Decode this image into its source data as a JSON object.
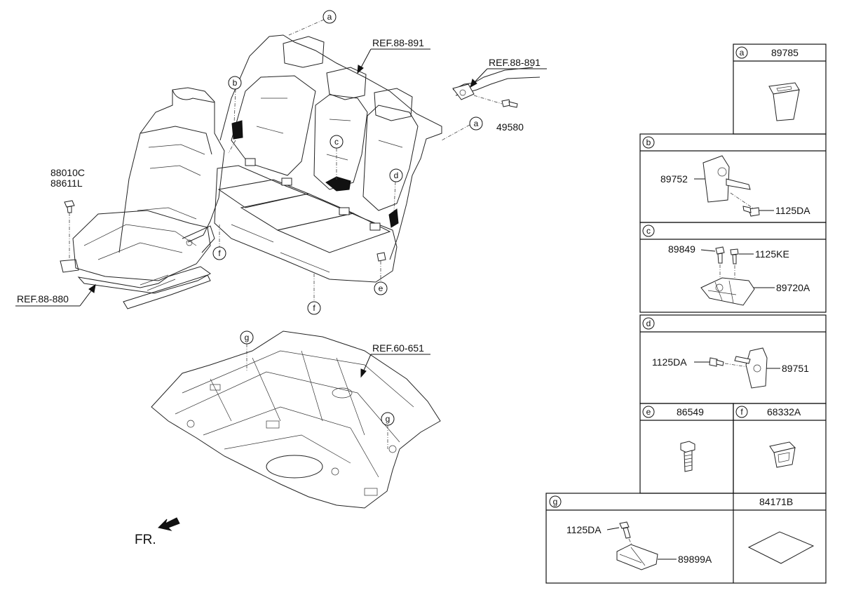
{
  "callouts": {
    "a": "a",
    "b": "b",
    "c": "c",
    "d": "d",
    "e": "e",
    "f": "f",
    "g": "g"
  },
  "references": {
    "rear_seat": "REF.88-891",
    "hinge": "REF.88-891",
    "front_seat": "REF.88-880",
    "floor": "REF.60-651"
  },
  "main_parts": {
    "bolt_49580": "49580",
    "front_bolt_line1": "88010C",
    "front_bolt_line2": "88611L"
  },
  "front_indicator": "FR.",
  "legend": {
    "a": {
      "letter": "a",
      "header_part": "89785"
    },
    "b": {
      "letter": "b",
      "parts": [
        "89752",
        "1125DA"
      ]
    },
    "c": {
      "letter": "c",
      "parts": [
        "89849",
        "1125KE",
        "89720A"
      ]
    },
    "d": {
      "letter": "d",
      "parts": [
        "1125DA",
        "89751"
      ]
    },
    "e": {
      "letter": "e",
      "header_part": "86549"
    },
    "f": {
      "letter": "f",
      "header_part": "68332A"
    },
    "g": {
      "letter": "g",
      "parts": [
        "1125DA",
        "89899A"
      ]
    },
    "mat": {
      "header_part": "84171B"
    }
  }
}
